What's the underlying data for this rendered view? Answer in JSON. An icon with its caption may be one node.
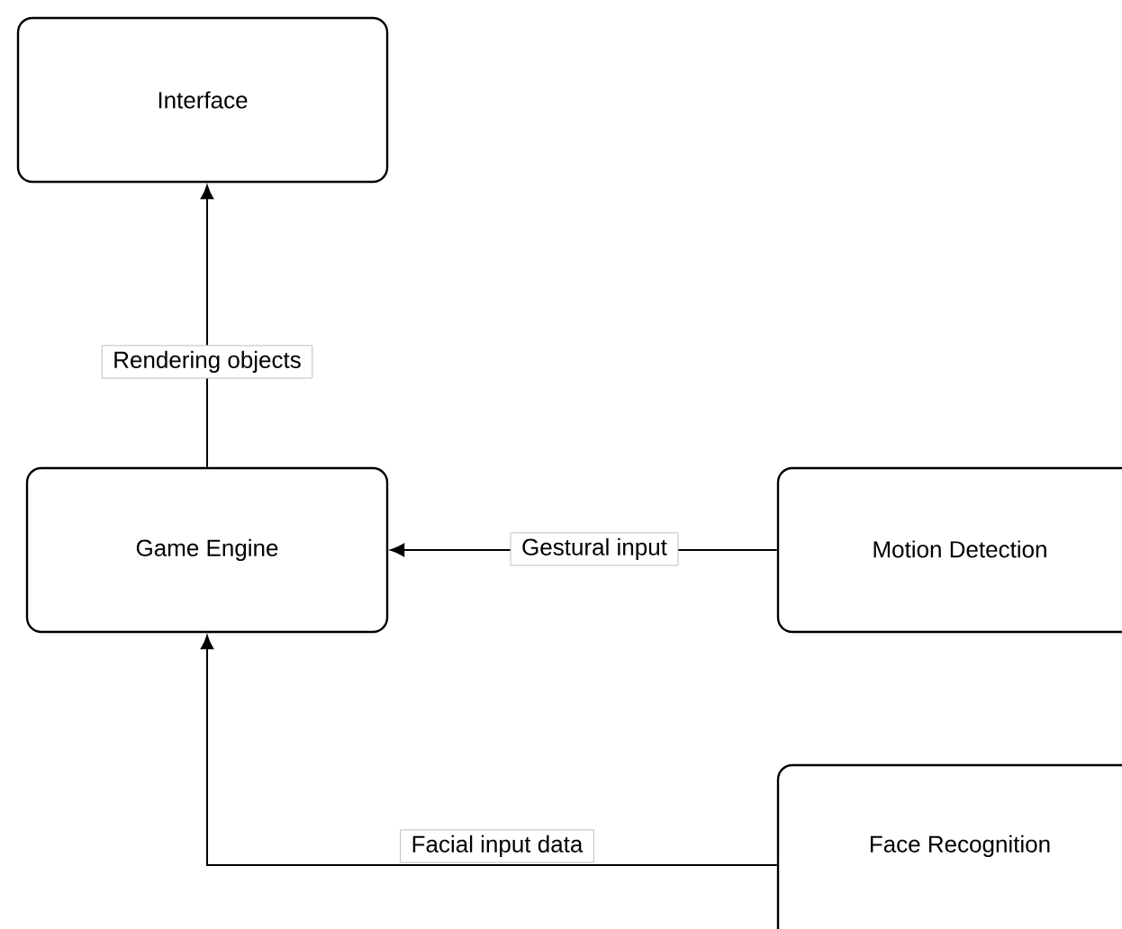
{
  "diagram": {
    "nodes": [
      {
        "text": [
          "Interface"
        ]
      },
      {
        "text": [
          "Game Engine"
        ]
      },
      {
        "text": [
          "Motion Detection"
        ]
      },
      {
        "text": [
          "Face Recognition"
        ]
      }
    ],
    "edges": [
      {
        "from": 1,
        "to": 0,
        "arrow": "to",
        "label": "Rendering objects"
      },
      {
        "from": 2,
        "to": 1,
        "arrow": "to",
        "label": "Gestural input"
      },
      {
        "from": 3,
        "to": 1,
        "arrow": "to",
        "label": "Facial input data"
      }
    ]
  }
}
